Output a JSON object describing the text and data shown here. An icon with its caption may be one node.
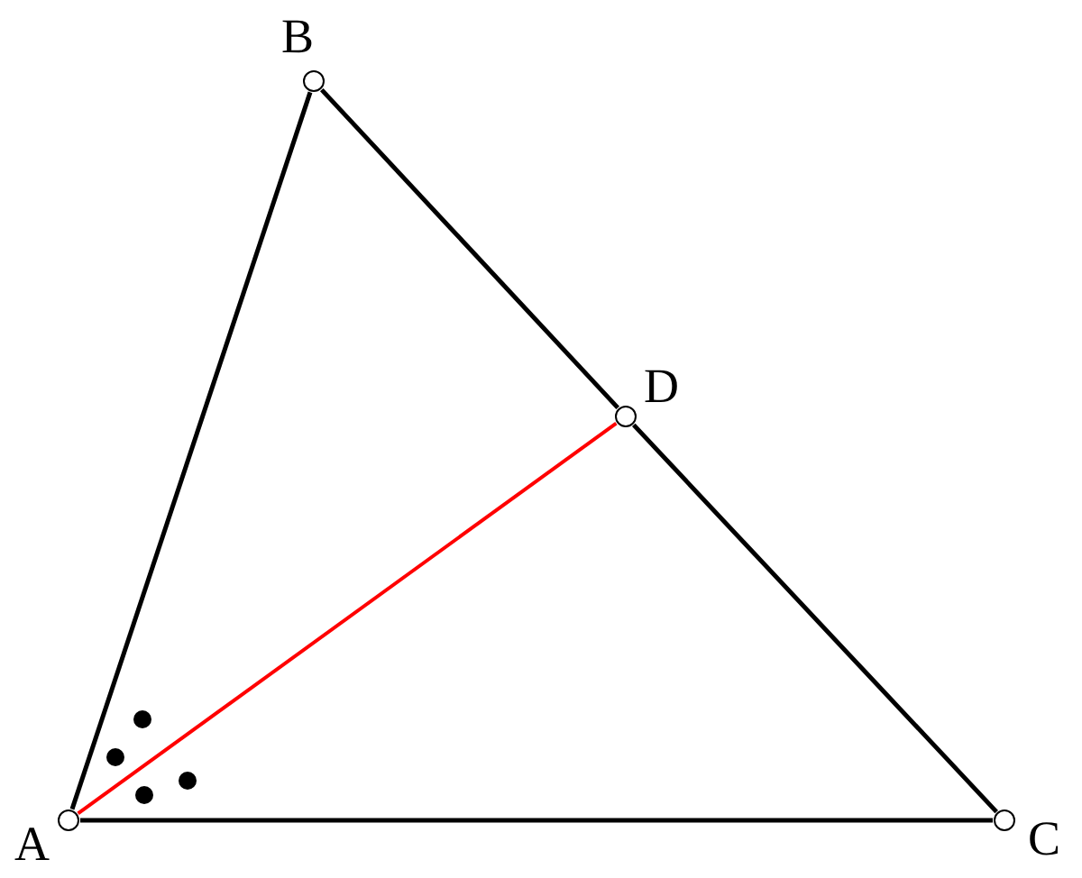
{
  "diagram": {
    "nodes": [
      {
        "text": [
          "A"
        ]
      },
      {
        "text": [
          "B"
        ]
      },
      {
        "text": [
          "C"
        ]
      },
      {
        "text": [
          "D"
        ]
      }
    ],
    "edges": [
      {
        "from": 0,
        "to": 1,
        "arrow": "none"
      },
      {
        "from": 1,
        "to": 3,
        "arrow": "none"
      },
      {
        "from": 3,
        "to": 2,
        "arrow": "none"
      },
      {
        "from": 0,
        "to": 2,
        "arrow": "none"
      },
      {
        "from": 0,
        "to": 3,
        "arrow": "none",
        "color": "#ff0000"
      }
    ]
  }
}
